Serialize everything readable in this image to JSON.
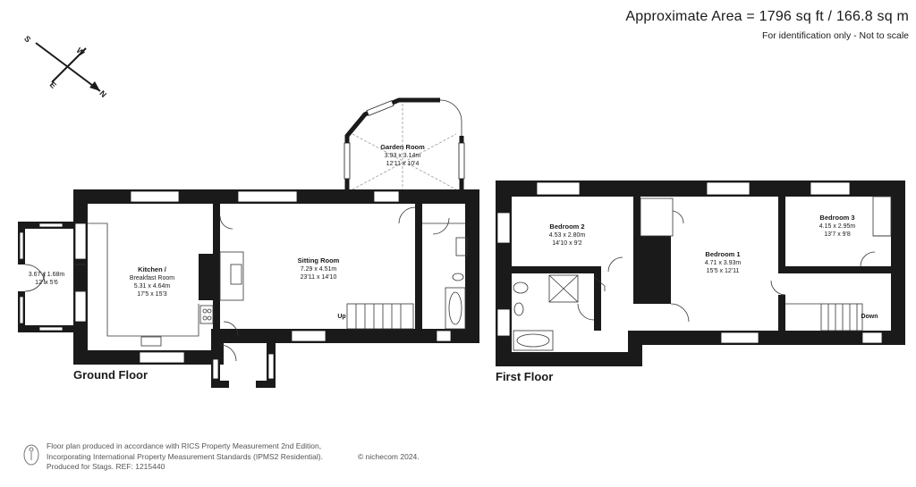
{
  "header": {
    "area_title": "Approximate Area = 1796 sq ft / 166.8 sq m",
    "subtitle": "For identification only - Not to scale"
  },
  "compass": {
    "labels": {
      "n": "N",
      "s": "S",
      "e": "E",
      "w": "W"
    }
  },
  "floors": {
    "ground": {
      "label": "Ground Floor",
      "rooms": {
        "porch": {
          "name": "",
          "dim_m": "3.67 x 1.68m",
          "dim_ft": "12' x 5'6"
        },
        "kitchen": {
          "name": "Kitchen /",
          "name2": "Breakfast Room",
          "dim_m": "5.31 x 4.64m",
          "dim_ft": "17'5 x 15'3"
        },
        "sitting": {
          "name": "Sitting Room",
          "dim_m": "7.29 x 4.51m",
          "dim_ft": "23'11 x 14'10"
        },
        "garden": {
          "name": "Garden Room",
          "dim_m": "3.93 x 3.14m",
          "dim_ft": "12'11 x 10'4"
        }
      },
      "stair_label": "Up"
    },
    "first": {
      "label": "First Floor",
      "rooms": {
        "bed2": {
          "name": "Bedroom 2",
          "dim_m": "4.53 x 2.80m",
          "dim_ft": "14'10 x 9'2"
        },
        "bed1": {
          "name": "Bedroom 1",
          "dim_m": "4.71 x 3.93m",
          "dim_ft": "15'5 x 12'11"
        },
        "bed3": {
          "name": "Bedroom 3",
          "dim_m": "4.15 x 2.95m",
          "dim_ft": "13'7 x 9'8"
        }
      },
      "stair_label": "Down"
    }
  },
  "footer": {
    "line1": "Floor plan produced in accordance with RICS Property Measurement 2nd Edition,",
    "line2": "Incorporating International Property Measurement Standards (IPMS2 Residential).",
    "line3": "Produced for Stags.   REF: 1215440",
    "copyright": "© nichecom 2024."
  },
  "colors": {
    "wall": "#1a1a1a",
    "paper": "#ffffff",
    "line": "#333333",
    "dashed": "#9a9a9a"
  }
}
